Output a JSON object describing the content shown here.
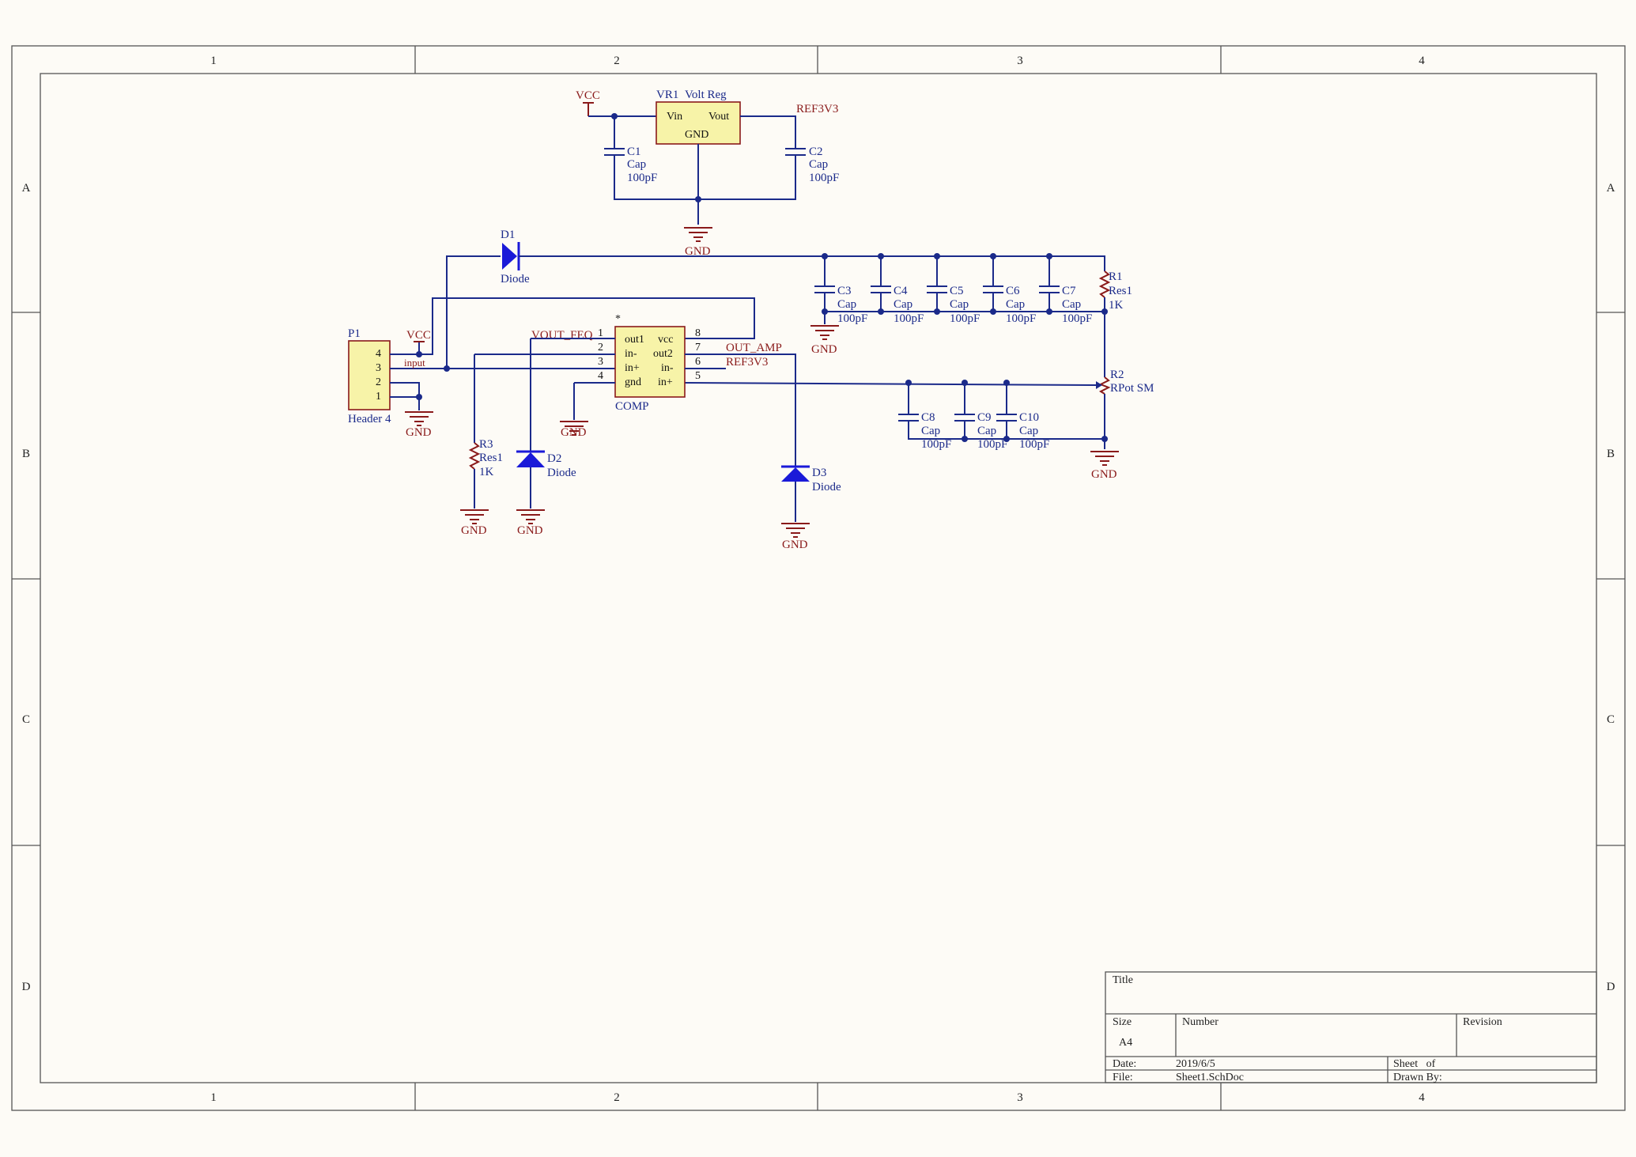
{
  "frame": {
    "columns": [
      "1",
      "2",
      "3",
      "4"
    ],
    "rows": [
      "A",
      "B",
      "C",
      "D"
    ]
  },
  "title_block": {
    "title_label": "Title",
    "size_label": "Size",
    "size_value": "A4",
    "number_label": "Number",
    "revision_label": "Revision",
    "date_label": "Date:",
    "date_value": "2019/6/5",
    "sheet_label": "Sheet   of",
    "file_label": "File:",
    "file_value": "Sheet1.SchDoc",
    "drawn_by_label": "Drawn By:"
  },
  "regulator": {
    "designator": "VR1",
    "name": "Volt Reg",
    "pin_vin": "Vin",
    "pin_vout": "Vout",
    "pin_gnd": "GND",
    "vcc_net": "VCC",
    "out_net": "REF3V3",
    "gnd_net": "GND"
  },
  "caps_top": [
    {
      "designator": "C1",
      "type": "Cap",
      "value": "100pF"
    },
    {
      "designator": "C2",
      "type": "Cap",
      "value": "100pF"
    }
  ],
  "diode_d1": {
    "designator": "D1",
    "type": "Diode"
  },
  "caps_row": [
    {
      "designator": "C3",
      "type": "Cap",
      "value": "100pF"
    },
    {
      "designator": "C4",
      "type": "Cap",
      "value": "100pF"
    },
    {
      "designator": "C5",
      "type": "Cap",
      "value": "100pF"
    },
    {
      "designator": "C6",
      "type": "Cap",
      "value": "100pF"
    },
    {
      "designator": "C7",
      "type": "Cap",
      "value": "100pF"
    }
  ],
  "caps_row_gnd": "GND",
  "r1": {
    "designator": "R1",
    "type": "Res1",
    "value": "1K"
  },
  "r2": {
    "designator": "R2",
    "type": "RPot SM",
    "gnd": "GND"
  },
  "caps_low": [
    {
      "designator": "C8",
      "type": "Cap",
      "value": "100pF"
    },
    {
      "designator": "C9",
      "type": "Cap",
      "value": "100pF"
    },
    {
      "designator": "C10",
      "type": "Cap",
      "value": "100pF"
    }
  ],
  "header": {
    "designator": "P1",
    "name": "Header 4",
    "pins": [
      "4",
      "3",
      "2",
      "1"
    ],
    "vcc_net": "VCC",
    "input_net": "input",
    "gnd_net": "GND"
  },
  "ic": {
    "name": "COMP",
    "marker": "*",
    "left_pins": [
      {
        "num": "1",
        "label": "out1"
      },
      {
        "num": "2",
        "label": "in-"
      },
      {
        "num": "3",
        "label": "in+"
      },
      {
        "num": "4",
        "label": "gnd"
      }
    ],
    "right_pins": [
      {
        "num": "8",
        "label": "vcc"
      },
      {
        "num": "7",
        "label": "out2"
      },
      {
        "num": "6",
        "label": "in-"
      },
      {
        "num": "5",
        "label": "in+"
      }
    ],
    "net_vout_feq": "VOUT_FEQ",
    "net_out_amp": "OUT_AMP",
    "net_ref": "REF3V3",
    "gnd_net": "GND"
  },
  "r3": {
    "designator": "R3",
    "type": "Res1",
    "value": "1K",
    "gnd": "GND"
  },
  "d2": {
    "designator": "D2",
    "type": "Diode",
    "gnd": "GND"
  },
  "d3": {
    "designator": "D3",
    "type": "Diode",
    "gnd": "GND"
  }
}
